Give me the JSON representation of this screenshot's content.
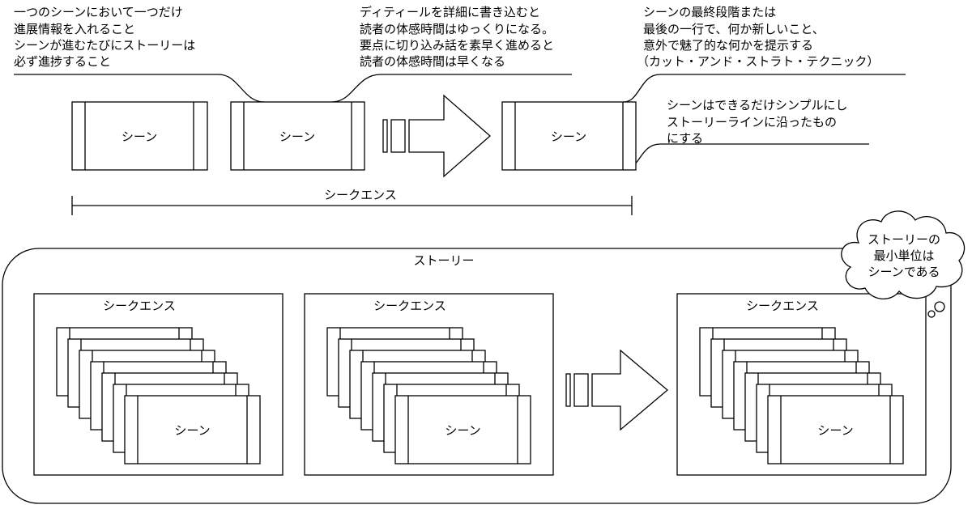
{
  "notes": {
    "note_1": [
      "一つのシーンにおいて一つだけ",
      "進展情報を入れること",
      "シーンが進むたびにストーリーは",
      "必ず進捗すること"
    ],
    "note_2": [
      "ディティールを詳細に書き込むと",
      "読者の体感時間はゆっくりになる。",
      "要点に切り込み話を素早く進めると",
      "読者の体感時間は早くなる"
    ],
    "note_3": [
      "シーンの最終段階または",
      "最後の一行で、何か新しいこと、",
      "意外で魅了的な何かを提示する",
      "（カット・アンド・ストラト・テクニック）"
    ],
    "note_4": [
      "シーンはできるだけシンプルにし",
      "ストーリーラインに沿ったもの",
      "にする"
    ]
  },
  "top": {
    "scene_labels": [
      "シーン",
      "シーン",
      "シーン"
    ],
    "sequence_label": "シークエンス"
  },
  "story": {
    "title": "ストーリー",
    "sequence_labels": [
      "シークエンス",
      "シークエンス",
      "シークエンス"
    ],
    "scene_labels": [
      "シーン",
      "シーン",
      "シーン"
    ]
  },
  "cloud": {
    "lines": [
      "ストーリーの",
      "最小単位は",
      "シーンである"
    ]
  }
}
